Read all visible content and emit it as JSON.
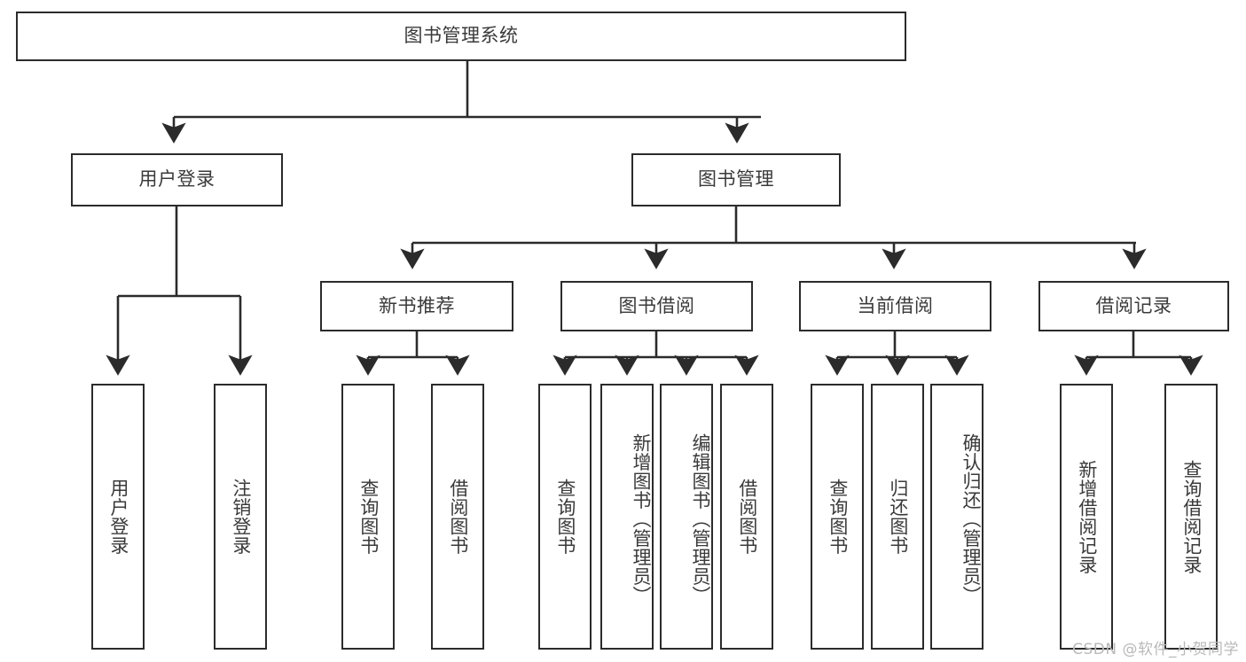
{
  "diagram": {
    "title": "图书管理系统",
    "type": "tree-hierarchy-chart",
    "colors": {
      "stroke": "#2b2b2b",
      "fill": "#ffffff",
      "text": "#3a3a3a",
      "watermark": "#b9b9b9"
    },
    "root": {
      "label": "图书管理系统"
    },
    "level2": [
      {
        "id": "user-login",
        "label": "用户登录"
      },
      {
        "id": "book-management",
        "label": "图书管理"
      }
    ],
    "level3": [
      {
        "id": "new-book-recommend",
        "label": "新书推荐",
        "parent": "book-management"
      },
      {
        "id": "book-borrow",
        "label": "图书借阅",
        "parent": "book-management"
      },
      {
        "id": "current-borrow",
        "label": "当前借阅",
        "parent": "book-management"
      },
      {
        "id": "borrow-record",
        "label": "借阅记录",
        "parent": "book-management"
      }
    ],
    "leaves": [
      {
        "id": "leaf-user-login",
        "label": "用户登录",
        "parent": "user-login"
      },
      {
        "id": "leaf-user-logout",
        "label": "注销登录",
        "parent": "user-login"
      },
      {
        "id": "leaf-query-book-1",
        "label": "查询图书",
        "parent": "new-book-recommend"
      },
      {
        "id": "leaf-borrow-book-1",
        "label": "借阅图书",
        "parent": "new-book-recommend"
      },
      {
        "id": "leaf-query-book-2",
        "label": "查询图书",
        "parent": "book-borrow"
      },
      {
        "id": "leaf-add-book",
        "label": "新增图书（管理员）",
        "parent": "book-borrow"
      },
      {
        "id": "leaf-edit-book",
        "label": "编辑图书（管理员）",
        "parent": "book-borrow"
      },
      {
        "id": "leaf-borrow-book-2",
        "label": "借阅图书",
        "parent": "book-borrow"
      },
      {
        "id": "leaf-query-book-3",
        "label": "查询图书",
        "parent": "current-borrow"
      },
      {
        "id": "leaf-return-book",
        "label": "归还图书",
        "parent": "current-borrow"
      },
      {
        "id": "leaf-confirm-return",
        "label": "确认归还（管理员）",
        "parent": "current-borrow"
      },
      {
        "id": "leaf-add-record",
        "label": "新增借阅记录",
        "parent": "borrow-record"
      },
      {
        "id": "leaf-query-record",
        "label": "查询借阅记录",
        "parent": "borrow-record"
      }
    ],
    "watermark": "CSDN @软件_小贺同学"
  }
}
